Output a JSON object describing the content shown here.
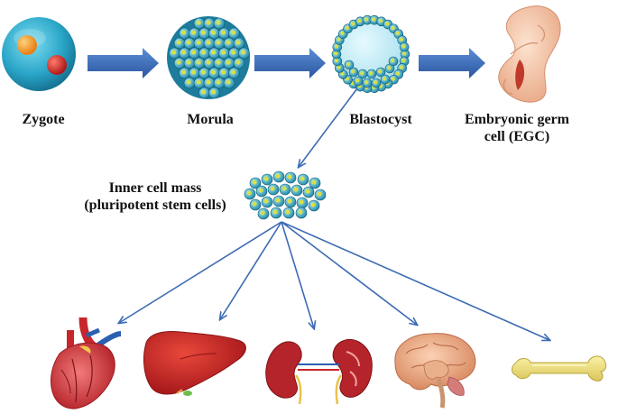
{
  "labels": {
    "zygote": "Zygote",
    "morula": "Morula",
    "blastocyst": "Blastocyst",
    "egc_line1": "Embryonic germ",
    "egc_line2": "cell (EGC)",
    "icm_line1": "Inner cell mass",
    "icm_line2": "(pluripotent stem cells)"
  },
  "colors": {
    "arrow_blue": "#3d6bb3",
    "cell_teal": "#2a9bb8",
    "cell_yellow": "#d9df45",
    "organ_red": "#c8262a"
  },
  "icons": [
    "zygote-icon",
    "morula-icon",
    "blastocyst-icon",
    "embryo-icon",
    "inner-cell-mass-icon",
    "heart-icon",
    "liver-icon",
    "kidney-icon",
    "brain-icon",
    "bone-icon"
  ]
}
